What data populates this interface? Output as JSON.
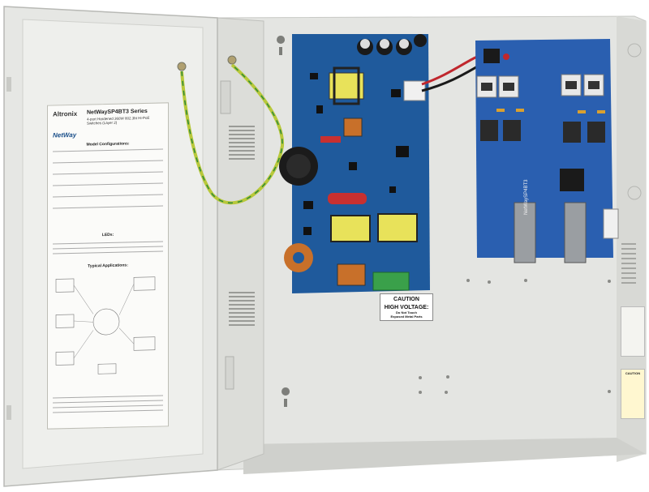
{
  "door_label": {
    "brand": "Altronix",
    "series_title": "NetWaySP4BT3 Series",
    "subtitle": "4-port Hardened 360W 802.3bt Hi-PoE Switches (Layer 2)",
    "brand_secondary": "NetWay",
    "section_models": "Model Configurations:",
    "section_leds": "LEDs:",
    "section_applications": "Typical Applications:"
  },
  "caution_label": {
    "line1": "CAUTION",
    "line2": "HIGH VOLTAGE:",
    "line3": "Do Not Touch",
    "line4": "Exposed Metal Parts"
  },
  "side_caution": {
    "text": "CAUTION"
  },
  "colors": {
    "enclosure": "#e4e5e2",
    "pcb_left": "#1f5a9c",
    "pcb_right": "#2a5fb0",
    "transformer": "#e8e25a",
    "coil_copper": "#c8702a",
    "ground_wire": "#b8c83a",
    "terminal_green": "#3aa04a"
  }
}
